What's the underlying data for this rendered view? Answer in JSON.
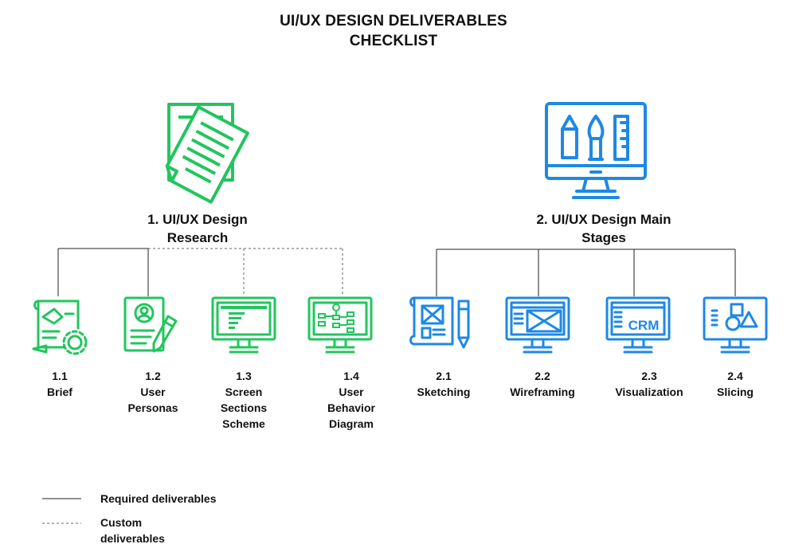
{
  "diagram": {
    "title_line1": "UI/UX DESIGN DELIVERABLES",
    "title_line2": "CHECKLIST",
    "colors": {
      "green": "#22c55e",
      "blue": "#1e88e5",
      "line": "#222222",
      "dashed": "#666666"
    },
    "sections": [
      {
        "heading_line1": "1. UI/UX Design",
        "heading_line2": "Research",
        "icon": "documents-icon",
        "items": [
          {
            "number": "1.1",
            "label_lines": [
              "Brief"
            ],
            "icon": "brief-gear-icon",
            "connector": "required"
          },
          {
            "number": "1.2",
            "label_lines": [
              "User",
              "Personas"
            ],
            "icon": "persona-pen-icon",
            "connector": "required"
          },
          {
            "number": "1.3",
            "label_lines": [
              "Screen",
              "Sections",
              "Scheme"
            ],
            "icon": "monitor-sections-icon",
            "connector": "custom"
          },
          {
            "number": "1.4",
            "label_lines": [
              "User",
              "Behavior",
              "Diagram"
            ],
            "icon": "monitor-flow-icon",
            "connector": "custom"
          }
        ]
      },
      {
        "heading_line1": "2. UI/UX Design Main",
        "heading_line2": "Stages",
        "icon": "design-monitor-icon",
        "items": [
          {
            "number": "2.1",
            "label_lines": [
              "Sketching"
            ],
            "icon": "blueprint-pencil-icon",
            "connector": "required"
          },
          {
            "number": "2.2",
            "label_lines": [
              "Wireframing"
            ],
            "icon": "monitor-wireframe-icon",
            "connector": "required"
          },
          {
            "number": "2.3",
            "label_lines": [
              "Visualization"
            ],
            "icon": "monitor-crm-icon",
            "connector": "required",
            "icon_text": "CRM"
          },
          {
            "number": "2.4",
            "label_lines": [
              "Slicing"
            ],
            "icon": "monitor-shapes-icon",
            "connector": "required"
          }
        ]
      }
    ],
    "legend": {
      "required_label": "Required deliverables",
      "custom_label_line1": "Custom",
      "custom_label_line2": "deliverables"
    }
  }
}
